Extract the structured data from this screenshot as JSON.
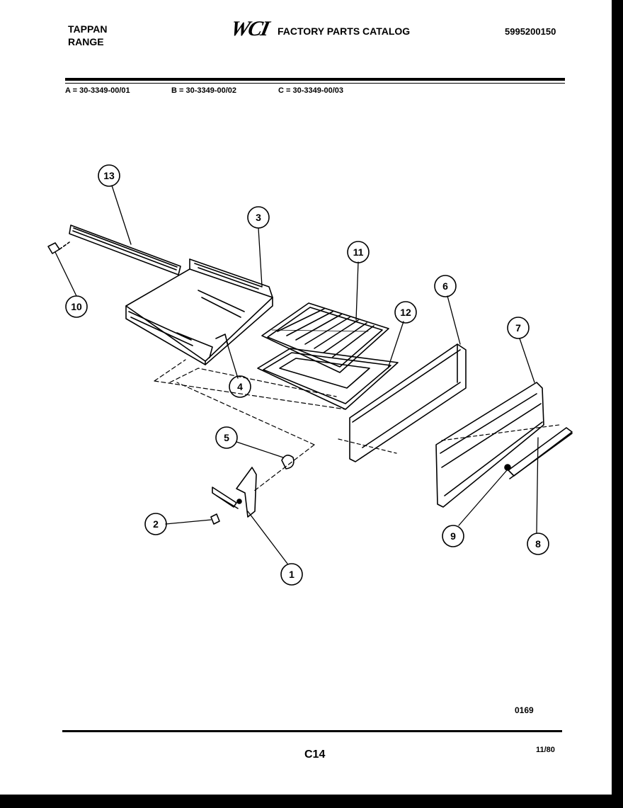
{
  "header": {
    "brand_line1": "TAPPAN",
    "brand_line2": "RANGE",
    "logo_text": "WCI",
    "catalog_title": "FACTORY PARTS CATALOG",
    "catalog_number": "5995200150"
  },
  "models": [
    {
      "label": "A = 30-3349-00/01"
    },
    {
      "label": "B = 30-3349-00/02"
    },
    {
      "label": "C = 30-3349-00/03"
    }
  ],
  "callouts": [
    {
      "num": "1"
    },
    {
      "num": "2"
    },
    {
      "num": "3"
    },
    {
      "num": "4"
    },
    {
      "num": "5"
    },
    {
      "num": "6"
    },
    {
      "num": "7"
    },
    {
      "num": "8"
    },
    {
      "num": "9"
    },
    {
      "num": "10"
    },
    {
      "num": "11"
    },
    {
      "num": "12"
    },
    {
      "num": "13"
    }
  ],
  "footer": {
    "drawing_number": "0169",
    "page_number": "C14",
    "revision_date": "11/80"
  }
}
